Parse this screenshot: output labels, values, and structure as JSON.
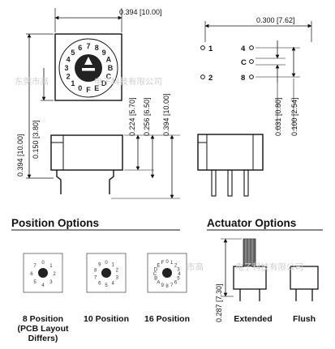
{
  "dimensions": {
    "top_width": "0.394 [10.00]",
    "pin_pitch_h": "0.300 [7.62]",
    "body_height": "0.394 [10.00]",
    "pin_offset": "0.150 [3.80]",
    "dim_224": "0.224 [5.70]",
    "dim_256": "0.256 [6.50]",
    "dim_394_v": "0.394 [10.00]",
    "dim_031": "0.031 [0.80]",
    "dim_100": "0.100 [2.54]",
    "actuator_height": "0.287 [7.30]"
  },
  "pins": [
    "1",
    "4",
    "C",
    "2",
    "8"
  ],
  "top_dial_chars": "3456789ABCDEF012",
  "sections": {
    "position_title": "Position Options",
    "actuator_title": "Actuator Options"
  },
  "position_options": [
    {
      "label": "8 Position",
      "sublabel": "(PCB Layout",
      "sublabel2": "Differs)",
      "dial_chars": "01234567"
    },
    {
      "label": "10 Position",
      "dial_chars": "0123456789"
    },
    {
      "label": "16 Position",
      "dial_chars": "0123456789ABCDEF"
    }
  ],
  "actuator_options": [
    {
      "label": "Extended"
    },
    {
      "label": "Flush"
    }
  ],
  "watermarks": [
    "东莞市高",
    "电子科技有限公司",
    "市高",
    "电子科技有限公司"
  ],
  "colors": {
    "line": "#111111",
    "watermark": "#cfcfcf",
    "actuator": "#555555"
  }
}
